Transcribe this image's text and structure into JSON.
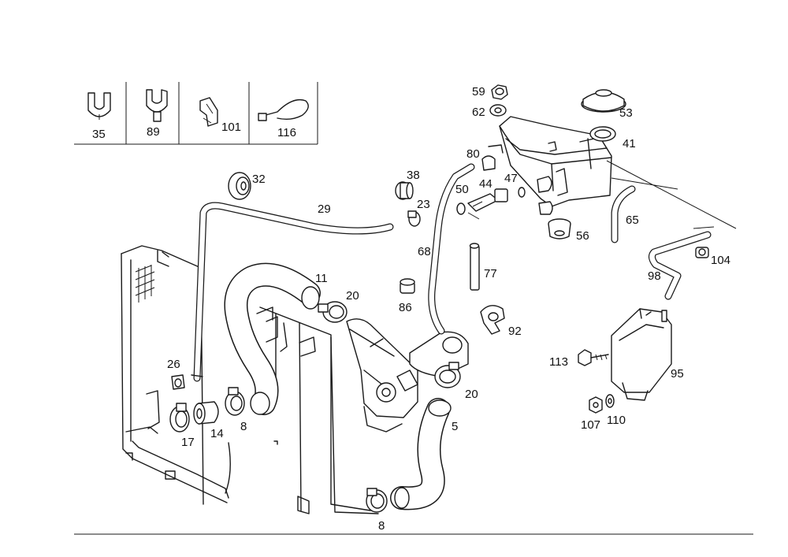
{
  "diagram": {
    "legend": [
      {
        "label": "35",
        "icon": "hose-clip-icon"
      },
      {
        "label": "89",
        "icon": "bracket-clip-icon"
      },
      {
        "label": "101",
        "icon": "retaining-clip-icon"
      },
      {
        "label": "116",
        "icon": "cable-tie-icon"
      }
    ],
    "callouts": {
      "c59": "59",
      "c62": "62",
      "c53": "53",
      "c41": "41",
      "c80": "80",
      "c38": "38",
      "c44": "44",
      "c47": "47",
      "c50": "50",
      "c23": "23",
      "c32": "32",
      "c29": "29",
      "c65": "65",
      "c56": "56",
      "c68": "68",
      "c77": "77",
      "c104": "104",
      "c98": "98",
      "c11": "11",
      "c20a": "20",
      "c86": "86",
      "c92": "92",
      "c26": "26",
      "c113": "113",
      "c95": "95",
      "c20b": "20",
      "c5": "5",
      "c17": "17",
      "c14": "14",
      "c8a": "8",
      "c107": "107",
      "c110": "110",
      "c8b": "8"
    }
  }
}
